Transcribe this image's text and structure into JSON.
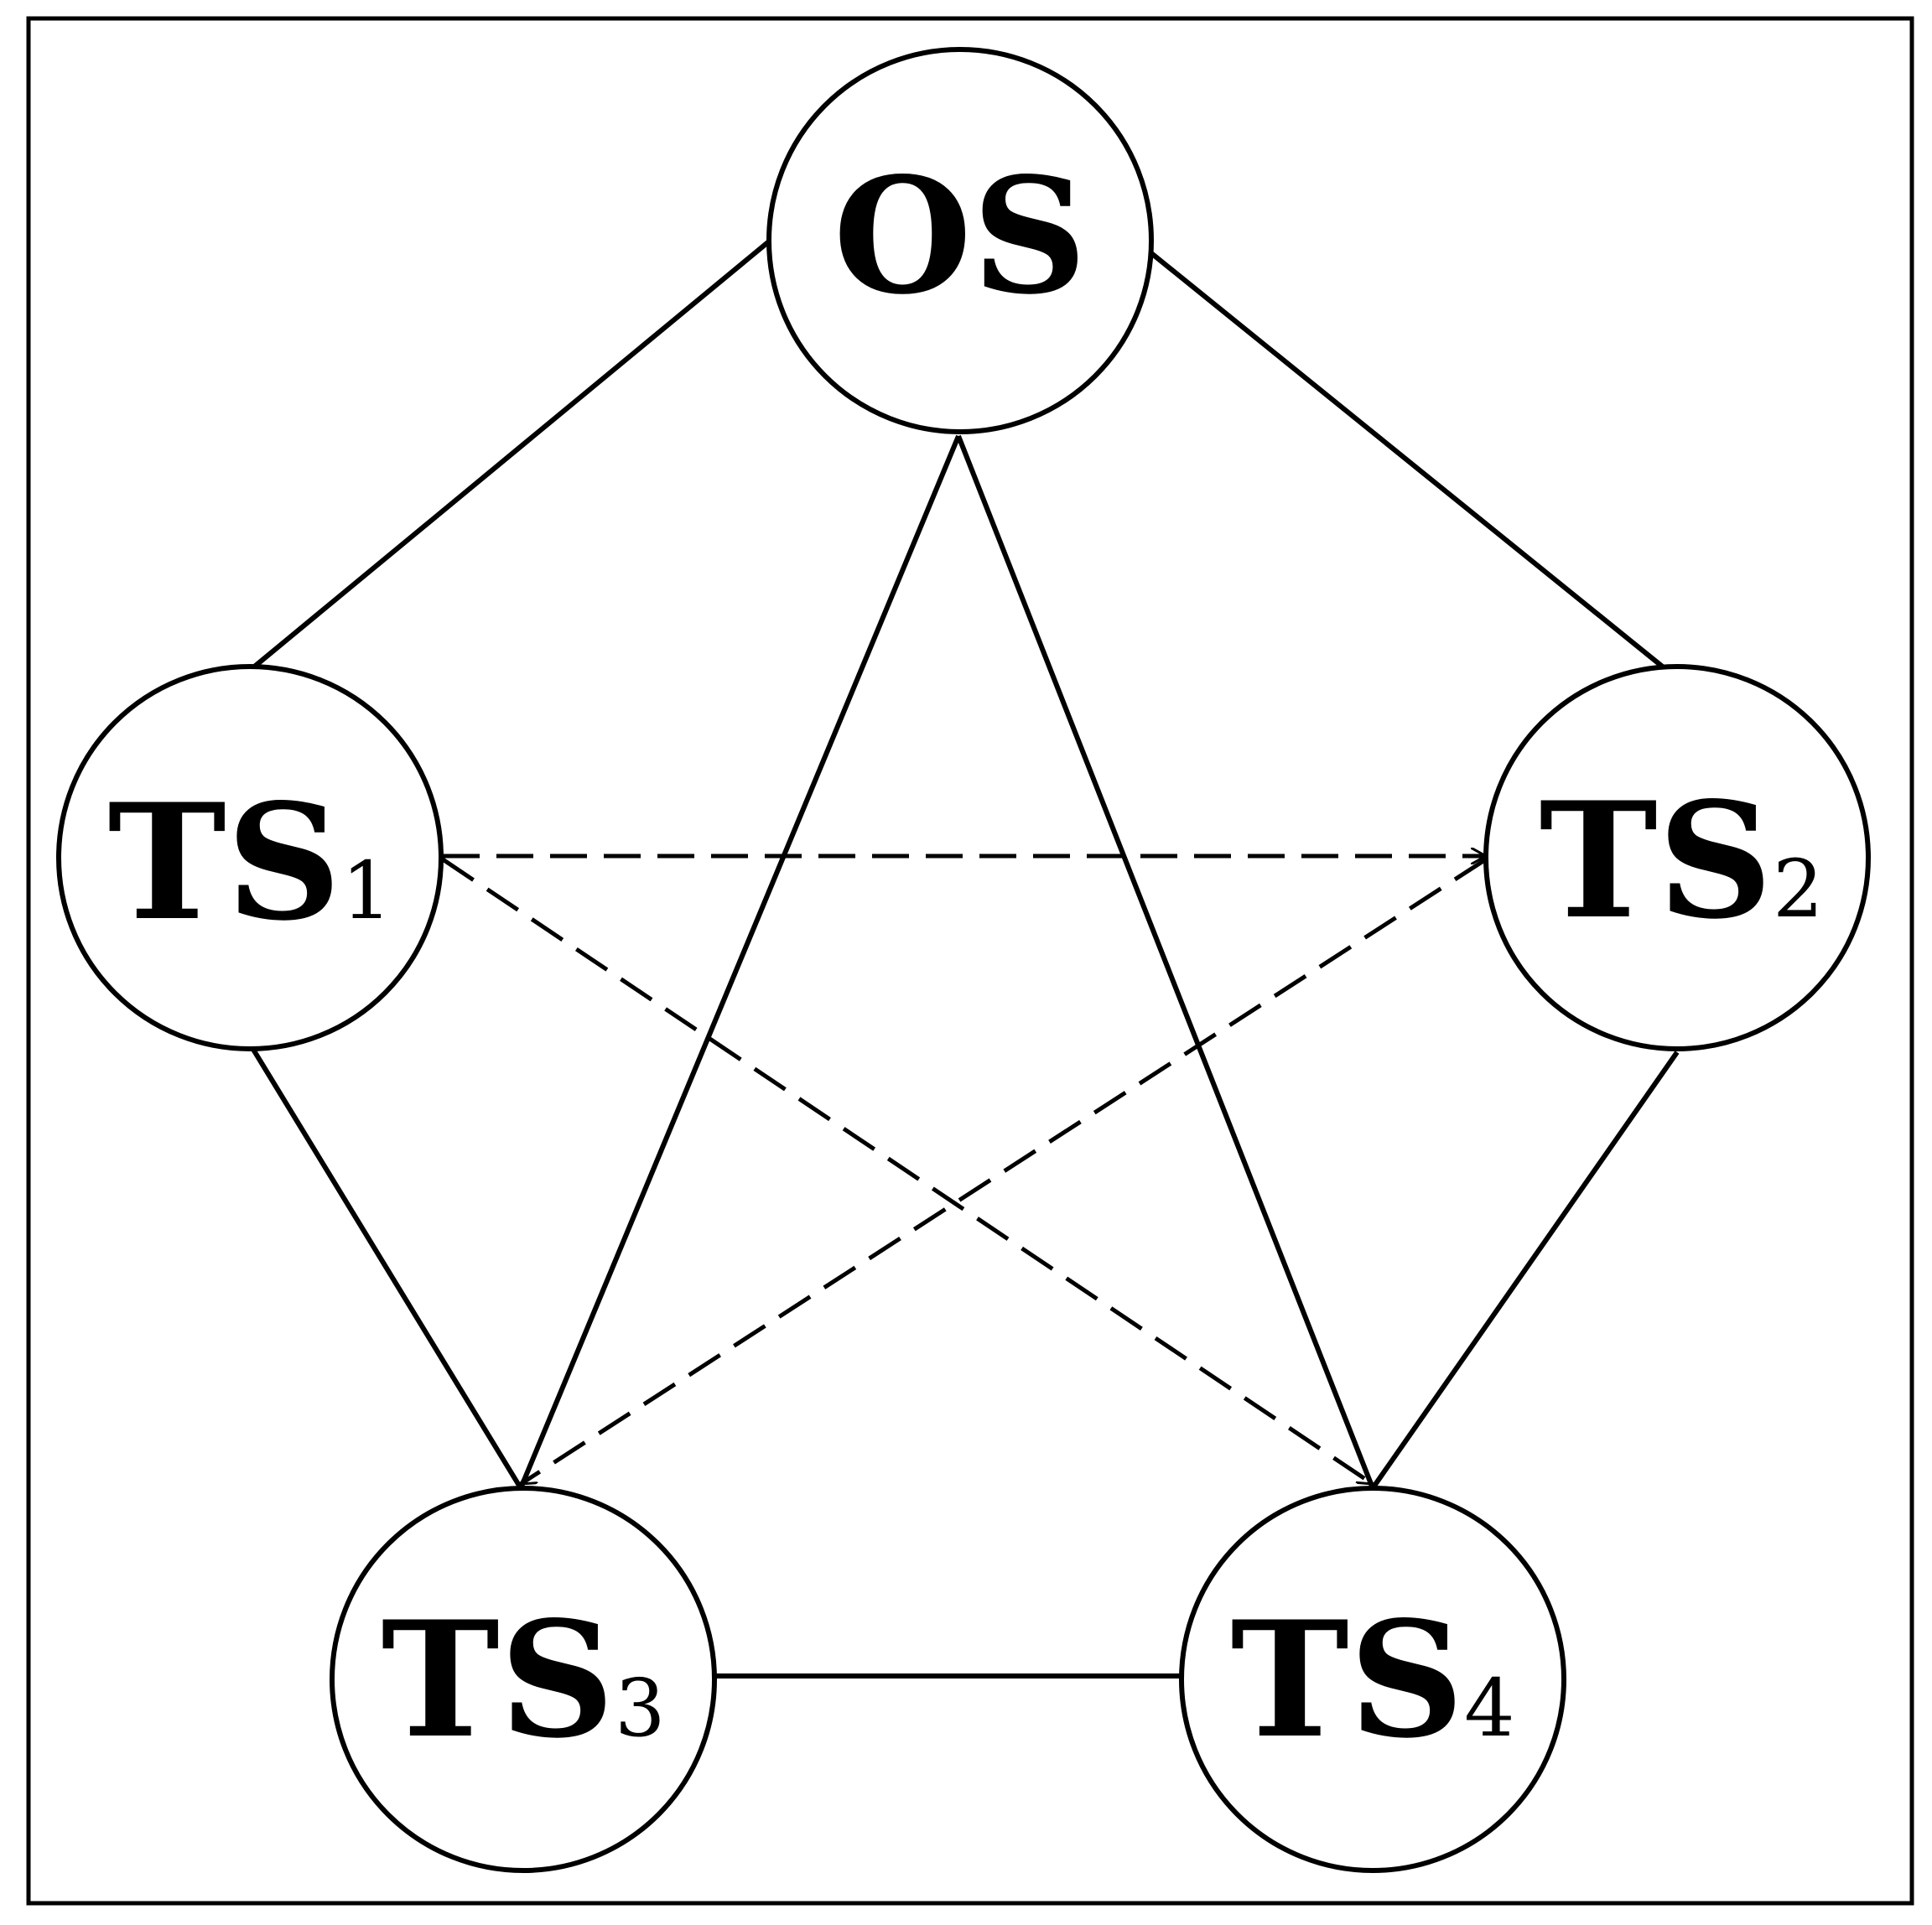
{
  "nodes": [
    {
      "id": "OS",
      "main": "OS",
      "sub": ""
    },
    {
      "id": "TS1",
      "main": "TS",
      "sub": "1"
    },
    {
      "id": "TS2",
      "main": "TS",
      "sub": "2"
    },
    {
      "id": "TS3",
      "main": "TS",
      "sub": "3"
    },
    {
      "id": "TS4",
      "main": "TS",
      "sub": "4"
    }
  ],
  "edges": [
    {
      "from": "OS",
      "to": "TS1",
      "style": "solid"
    },
    {
      "from": "OS",
      "to": "TS2",
      "style": "solid"
    },
    {
      "from": "OS",
      "to": "TS3",
      "style": "solid"
    },
    {
      "from": "OS",
      "to": "TS4",
      "style": "solid"
    },
    {
      "from": "TS1",
      "to": "TS3",
      "style": "solid"
    },
    {
      "from": "TS2",
      "to": "TS4",
      "style": "solid"
    },
    {
      "from": "TS3",
      "to": "TS4",
      "style": "solid"
    },
    {
      "from": "TS1",
      "to": "TS2",
      "style": "dashed",
      "arrow": "to"
    },
    {
      "from": "TS1",
      "to": "TS4",
      "style": "dashed",
      "arrow": "to"
    },
    {
      "from": "TS2",
      "to": "TS3",
      "style": "dashed",
      "arrow": "to"
    }
  ],
  "colors": {
    "stroke": "#000000",
    "background": "#ffffff"
  }
}
